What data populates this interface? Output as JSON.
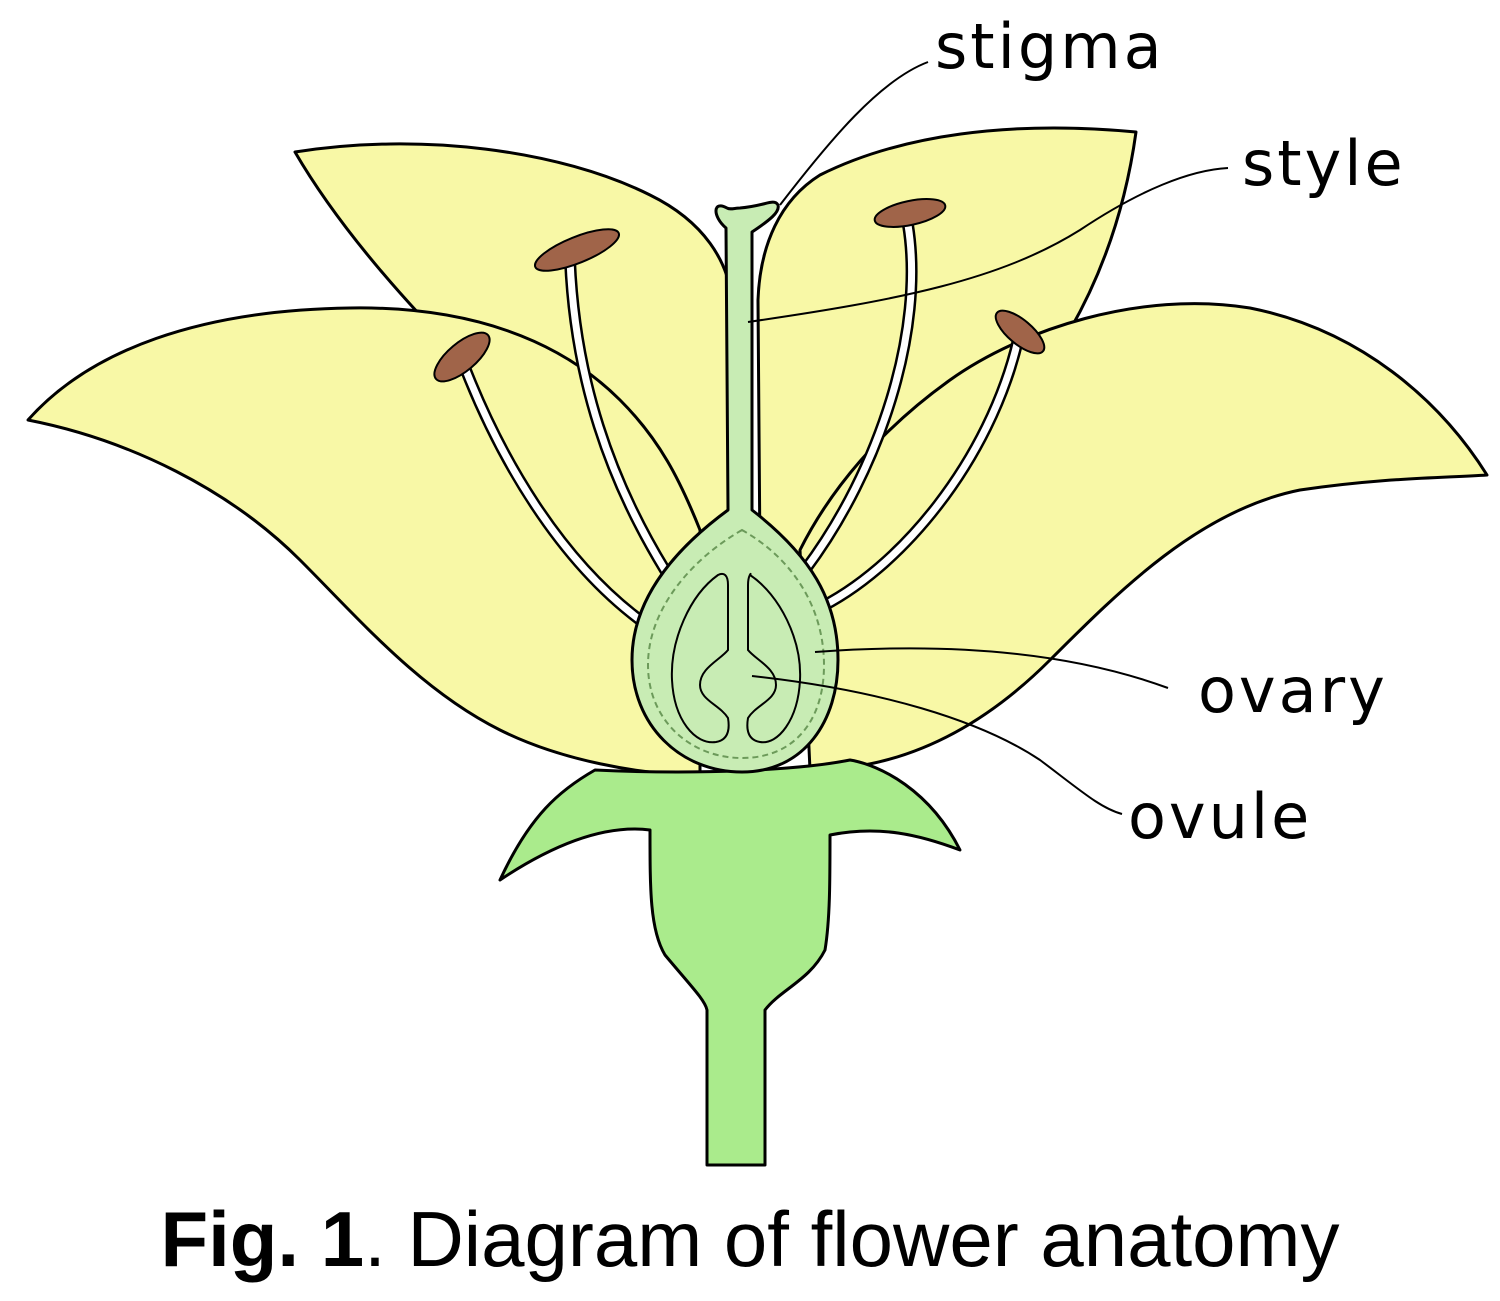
{
  "labels": {
    "stigma": "stigma",
    "style": "style",
    "ovary": "ovary",
    "ovule": "ovule"
  },
  "caption": {
    "fig_number": "Fig. 1",
    "text": ". Diagram of flower anatomy"
  },
  "colors": {
    "petal": "#f8f8a6",
    "pistil": "#c8ecb4",
    "ovule": "#5cc35a",
    "receptacle": "#aaeb8c",
    "anther": "#a06449",
    "filament": "#ffffff"
  }
}
